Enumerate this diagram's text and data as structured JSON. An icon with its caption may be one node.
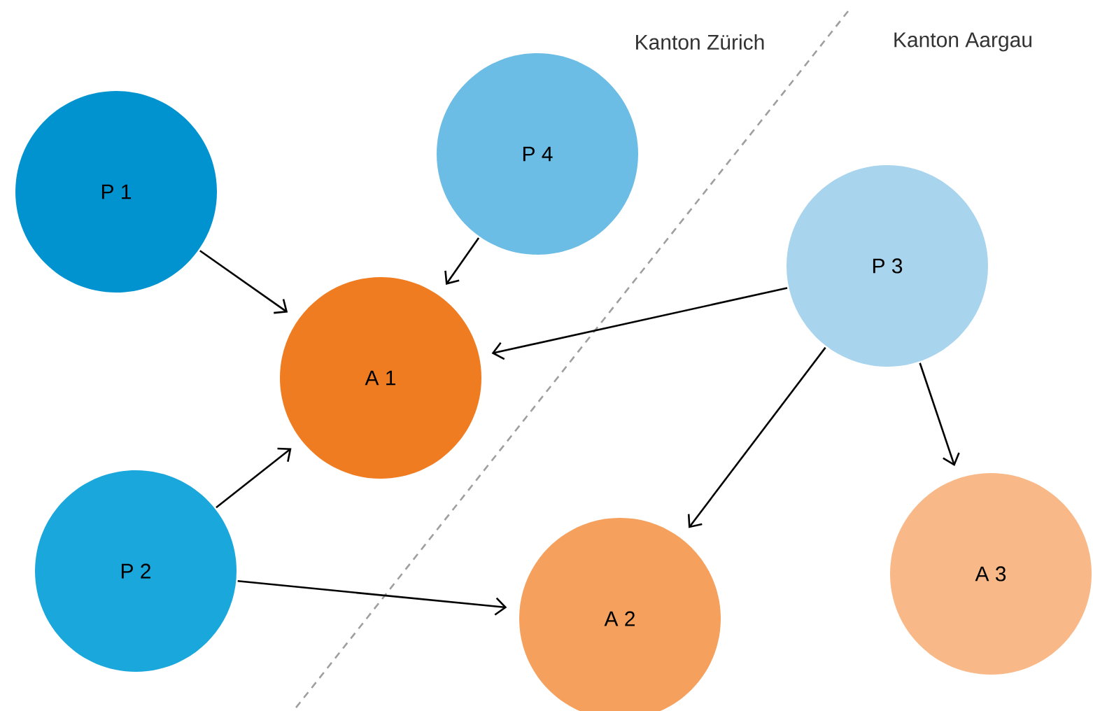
{
  "diagram": {
    "nodes": [
      {
        "text": [
          "P 1"
        ]
      },
      {
        "text": [
          "P 4"
        ]
      },
      {
        "text": [
          "A 1"
        ]
      },
      {
        "text": [
          "P 3"
        ]
      },
      {
        "text": [
          "P 2"
        ]
      },
      {
        "text": [
          "A 2"
        ]
      },
      {
        "text": [
          "A 3"
        ]
      }
    ],
    "edges": [
      {
        "from": 0,
        "to": 2,
        "arrow": "to"
      },
      {
        "from": 1,
        "to": 2,
        "arrow": "to"
      },
      {
        "from": 3,
        "to": 2,
        "arrow": "to"
      },
      {
        "from": 4,
        "to": 2,
        "arrow": "to"
      },
      {
        "from": 4,
        "to": 5,
        "arrow": "to"
      },
      {
        "from": 3,
        "to": 5,
        "arrow": "to"
      },
      {
        "from": 3,
        "to": 6,
        "arrow": "to"
      }
    ],
    "labels": [
      "Kanton Zürich",
      "Kanton Aargau"
    ]
  }
}
